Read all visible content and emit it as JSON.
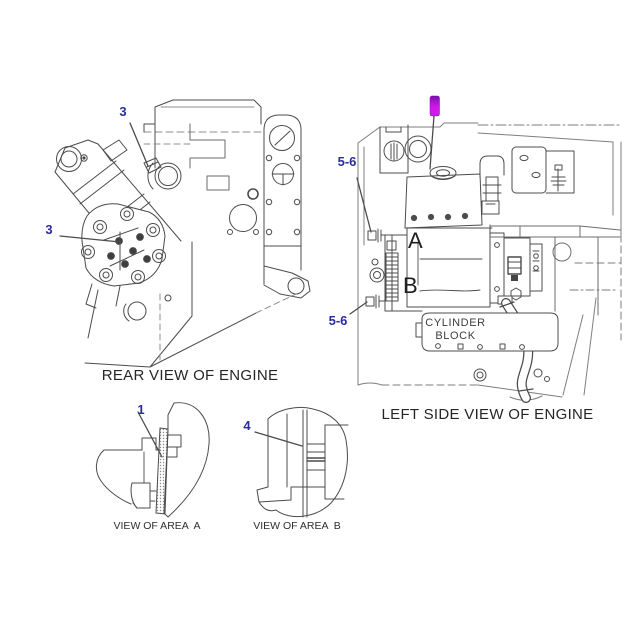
{
  "diagram": {
    "background": "#ffffff",
    "colors": {
      "line": "#4c4c4c",
      "line_light": "#8d8d8d",
      "callout": "#2b2ba0",
      "caption": "#262626",
      "marker_top": "#7a10ae",
      "marker_bottom": "#d318ec"
    },
    "rear_view": {
      "caption": "REAR VIEW OF ENGINE",
      "callouts": [
        {
          "label": "3"
        },
        {
          "label": "3"
        }
      ]
    },
    "left_side_view": {
      "caption": "LEFT SIDE VIEW OF ENGINE",
      "callouts": [
        {
          "label": "5-6"
        },
        {
          "label": "5-6"
        }
      ],
      "area_markers": [
        {
          "label": "A"
        },
        {
          "label": "B"
        }
      ],
      "component_label": {
        "line1": "CYLINDER",
        "line2": "BLOCK"
      }
    },
    "area_a": {
      "caption": "VIEW OF AREA  A",
      "callouts": [
        {
          "label": "1"
        }
      ]
    },
    "area_b": {
      "caption": "VIEW OF AREA  B",
      "callouts": [
        {
          "label": "4"
        }
      ]
    }
  }
}
